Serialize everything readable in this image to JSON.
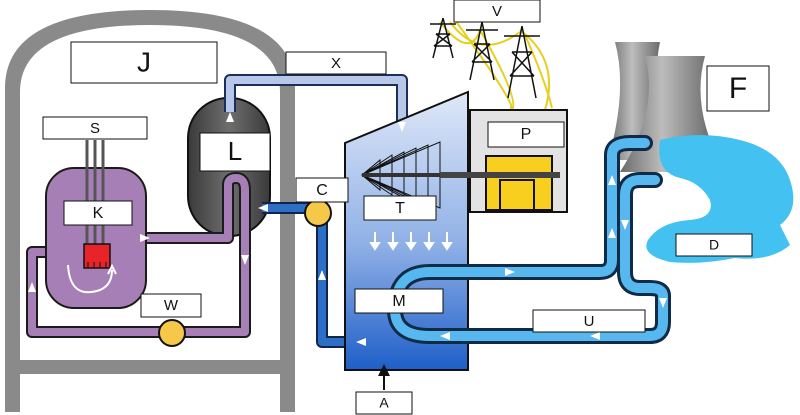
{
  "labels": {
    "J": "J",
    "X": "X",
    "V": "V",
    "F": "F",
    "S": "S",
    "L": "L",
    "C": "C",
    "P": "P",
    "K": "K",
    "T": "T",
    "D": "D",
    "M": "M",
    "W": "W",
    "U": "U",
    "A": "A"
  },
  "colors": {
    "containment": "#8a8a8a",
    "reactor_fluid": "#a57fb6",
    "reactor_pipe_dark": "#3b2a4a",
    "generator_pipe": "#2d6fc6",
    "cooling_pipe": "#56b8ee",
    "river": "#43c1f0",
    "turbine_top": "#d6e2f6",
    "turbine_bottom": "#1e5ec6",
    "generator_yellow": "#f8ce1f",
    "pump_yellow": "#f5c84a",
    "core_red": "#e8242b",
    "steam_gen_dark": "#555555"
  }
}
